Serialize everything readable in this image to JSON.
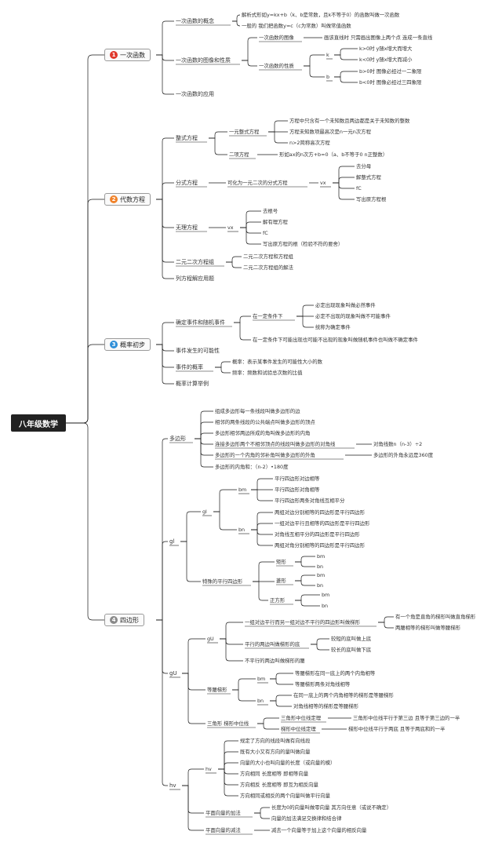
{
  "colors": {
    "b1": "#e0382b",
    "b2": "#f0822a",
    "b3": "#2f8fd8",
    "b4": "#8a8a8a",
    "line": "#1a1a1a"
  },
  "root": "八年级数学",
  "branches": [
    {
      "num": "1",
      "label": "一次函数"
    },
    {
      "num": "2",
      "label": "代数方程"
    },
    {
      "num": "3",
      "label": "概率初步"
    },
    {
      "num": "4",
      "label": "四边形"
    }
  ],
  "n": {
    "a1": "一次函数的概念",
    "a1a": "解析式形如y=kx+b（k、b是常数，且k不等于0）的函数叫做一次函数",
    "a1b": "一般的 我们把函数y=c（c为常数）叫做常值函数",
    "a2": "一次函数的图像和性质",
    "a2a": "一次函数的图像",
    "a2a1": "画该直线时 只需画出图像上两个点 连成一条直线",
    "a2b": "一次函数的性质",
    "a2k": "k",
    "a2k1": "k>0时 y随x增大而增大",
    "a2k2": "k<0时 y随x增大而减小",
    "a2bb": "b",
    "a2b1": "b>0时 图像必经过一二象限",
    "a2b2": "b<0时 图像必经过三四象限",
    "a3": "一次函数的应用",
    "b1": "整式方程",
    "b1a": "一元整式方程",
    "b1a1": "方程中只含有一个未知数且两边都是关于未知数的整数",
    "b1a2": "方程未知数项最高次是n一元n次方程",
    "b1a3": "n>2简称高次方程",
    "b1b": "二项方程",
    "b1b1": "形如ax的n次方+b=0（a、b不等于0 n正整数）",
    "b2": "分式方程",
    "b2a": "可化为一元二次的分式方程",
    "b2v": "vx",
    "b2v1": "去分母",
    "b2v2": "解整式方程",
    "b2v3": "fC",
    "b2v4": "写出原方程根",
    "b3": "无理方程",
    "b3v": "vx",
    "b3v1": "去根号",
    "b3v2": "解有理方程",
    "b3v3": "fC",
    "b3v4": "写出原方程的根（检验不符的要舍）",
    "b4": "二元二次方程组",
    "b4a": "二元二次方程和方程组",
    "b4b": "二元二次方程组的解法",
    "b5": "列方程解应用题",
    "c1": "确定事件和随机事件",
    "c1a": "在一定条件下",
    "c1a1": "必定出现现象叫做必然事件",
    "c1a2": "必定不出现的现象叫做不可能事件",
    "c1a3": "统称为确定事件",
    "c1b": "在一定条件下可能出现也可能不出现的现象叫做随机事件也叫做不确定事件",
    "c2": "事件发生的可能性",
    "c3": "事件的概率",
    "c3a": "概率：表示某事件发生的可能性大小的数",
    "c3b": "频率：频数和试验总次数的比值",
    "c4": "概率计算举例",
    "d1": "多边形",
    "d1a": "组成多边形每一条线段叫做多边形的边",
    "d1b": "相邻的两条线段的公共端点叫做多边形的顶点",
    "d1c": "多边形相邻两边所成的角叫做多边形的内角",
    "d1d": "连接多边形两个不相邻顶点的线段叫做多边形的对角线",
    "d1d1": "对角线数n（n-3）÷2",
    "d1e": "多边形的一个内角的邻补角叫做多边形的外角",
    "d1e1": "多边形的外角永远是360度",
    "d1f": "多边形的内角和：（n-2）•180度",
    "d2": "gl",
    "d2a": "gl",
    "d2a1": "bm",
    "d2a1a": "平行四边形对边相等",
    "d2a1b": "平行四边形对角相等",
    "d2a1c": "平行四边形两条对角线互相平分",
    "d2a2": "bn",
    "d2a2a": "两组对边分别相等的四边形是平行四边形",
    "d2a2b": "一组对边平行且相等的四边形是平行四边形",
    "d2a2c": "对角线互相平分的四边形是平行四边形",
    "d2a2d": "两组对角分别相等的四边形是平行四边形",
    "d2b": "特殊的平行四边形",
    "d2b1": "矩形",
    "d2b2": "菱形",
    "d2b3": "正方形",
    "bm": "bm",
    "bn": "bn",
    "d3": "gU",
    "d3a": "gU",
    "d3a1": "一组对边平行而另一组对边不平行的四边形叫做梯形",
    "d3a1a": "有一个角是直角的梯形叫做直角梯形",
    "d3a1b": "两腰相等的梯形叫做等腰梯形",
    "d3a2": "平行的两边叫做梯形的底",
    "d3a2a": "较短的底叫做上底",
    "d3a2b": "较长的底叫做下底",
    "d3a3": "不平行的两边叫做梯形的腰",
    "d3b": "等腰梯形",
    "d3b1": "bm",
    "d3b1a": "等腰梯形在同一底上的两个内角相等",
    "d3b1b": "等腰梯形两条对角线相等",
    "d3b2": "bn",
    "d3b2a": "在同一底上的两个内角相等的梯形是等腰梯形",
    "d3b2b": "对角线相等的梯形是等腰梯形",
    "d3c": "三角形 梯形中位线",
    "d3c1": "三角形中位线定理",
    "d3c1a": "三角形中位线平行于第三边 且等于第三边的一半",
    "d3c2": "梯形中位线定理",
    "d3c2a": "梯形中位线平行于两底 且等于两底和的一半",
    "d4": "hv",
    "d4a": "hv",
    "d4a1": "规定了方向的线段叫做有向线段",
    "d4a2": "既有大小又有方向的量叫做向量",
    "d4a3": "向量的大小也叫向量的长度（或向量的模）",
    "d4a4": "方向相同 长度相等 即相等向量",
    "d4a5": "方向相反 长度相等 即互为相反向量",
    "d4a6": "方向相同或相反的两个向量叫做平行向量",
    "d4b": "平面向量的加法",
    "d4b1": "长度为0的向量叫做零向量 其方向任意（或说不确定）",
    "d4b2": "向量的加法满足交换律和结合律",
    "d4c": "平面向量的减法",
    "d4c1": "减去一个向量等于加上这个向量的相反向量"
  }
}
